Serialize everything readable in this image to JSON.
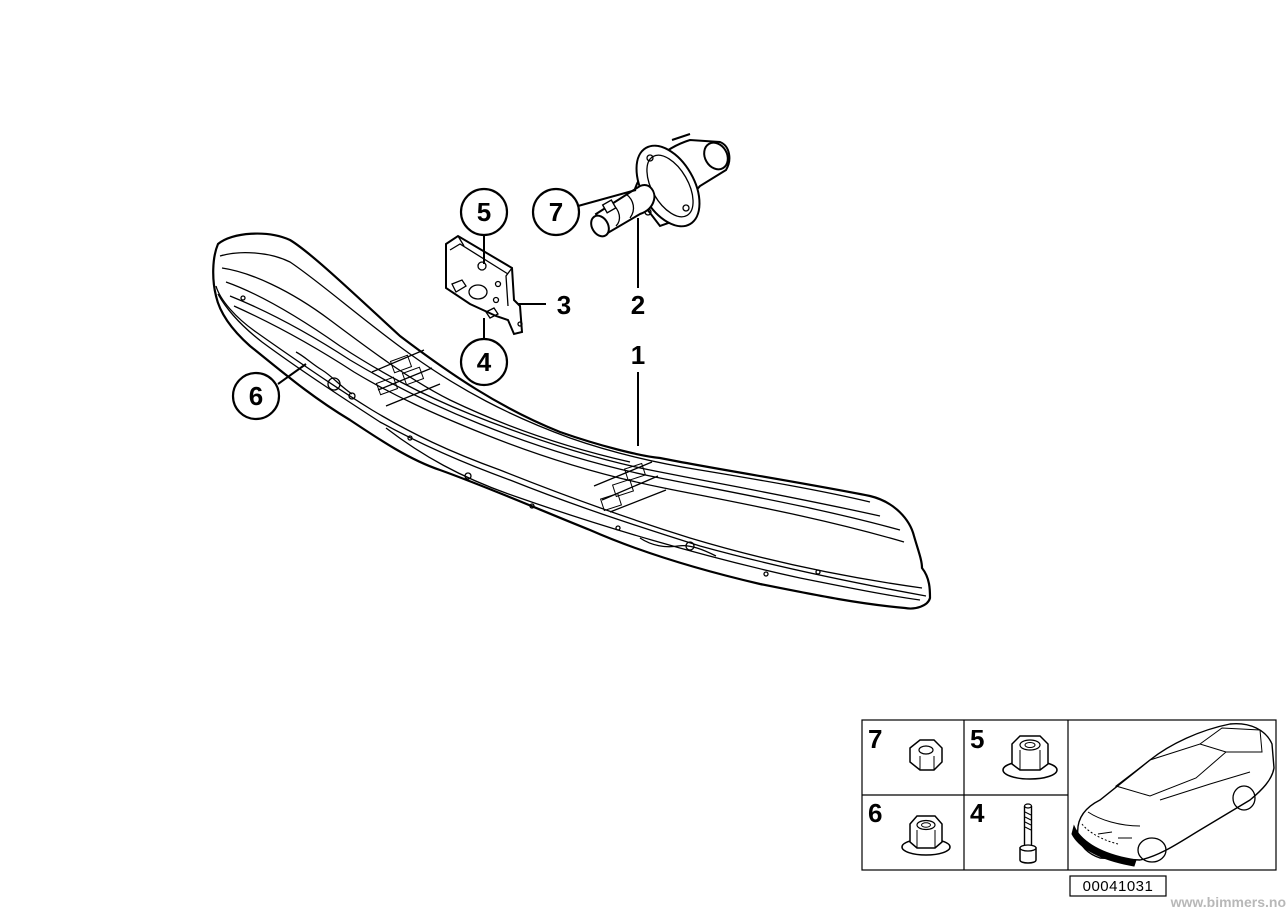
{
  "diagram": {
    "callouts": [
      {
        "id": "1",
        "label": "1"
      },
      {
        "id": "2",
        "label": "2"
      },
      {
        "id": "3",
        "label": "3"
      },
      {
        "id": "4",
        "label": "4"
      },
      {
        "id": "5",
        "label": "5"
      },
      {
        "id": "6",
        "label": "6"
      },
      {
        "id": "7",
        "label": "7"
      }
    ],
    "legend": {
      "cells": [
        {
          "label": "7",
          "icon": "hex-nut-icon"
        },
        {
          "label": "5",
          "icon": "flange-nut-icon"
        },
        {
          "label": "6",
          "icon": "flange-nut-icon"
        },
        {
          "label": "4",
          "icon": "bolt-icon"
        }
      ],
      "car_icon": "car-front-bumper-icon",
      "highlight_color": "#000000"
    },
    "diagram_id": "00041031",
    "watermark": "www.bimmers.no"
  }
}
